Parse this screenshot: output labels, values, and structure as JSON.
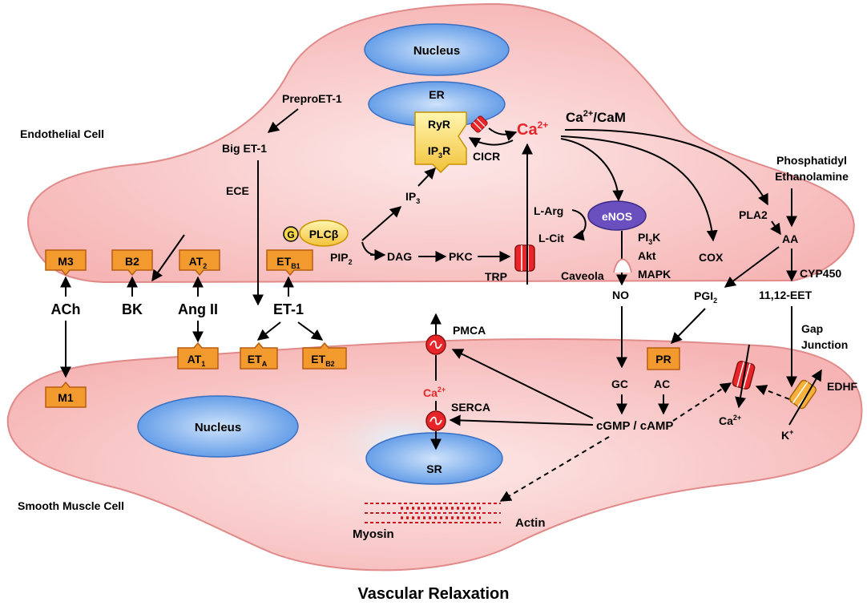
{
  "caption": "Vascular Relaxation",
  "cells": {
    "endothelial": "Endothelial Cell",
    "smooth_muscle": "Smooth Muscle Cell",
    "nucleus": "Nucleus",
    "er": "ER",
    "sr": "SR"
  },
  "receptors": {
    "m3": "M3",
    "b2": "B2",
    "at2": [
      "AT",
      "2"
    ],
    "etb1": [
      "ET",
      "B1"
    ],
    "at1": [
      "AT",
      "1"
    ],
    "eta": [
      "ET",
      "A"
    ],
    "etb2": [
      "ET",
      "B2"
    ],
    "m1": "M1",
    "pr": "PR",
    "ryr": "RyR",
    "ip3r": [
      "IP",
      "3",
      "R"
    ]
  },
  "ligands": {
    "ach": "ACh",
    "bk": "BK",
    "ang2": "Ang II",
    "et1": "ET-1"
  },
  "labels": {
    "preproet1": "PreproET-1",
    "biget1": "Big ET-1",
    "ece": "ECE",
    "plcb": "PLCβ",
    "g": "G",
    "pip2": [
      "PIP",
      "2"
    ],
    "ip3": [
      "IP",
      "3"
    ],
    "dag": "DAG",
    "pkc": "PKC",
    "trp": "TRP",
    "cicr": "CICR",
    "ca_red": [
      "Ca",
      "2+"
    ],
    "cacam": [
      "Ca",
      "2+",
      "/CaM"
    ],
    "larg": "L-Arg",
    "lcit": "L-Cit",
    "enos": "eNOS",
    "caveola": "Caveola",
    "pi3k": [
      "PI",
      "3",
      "K"
    ],
    "akt": "Akt",
    "mapk": "MAPK",
    "no": "NO",
    "cox": "COX",
    "pla2": "PLA2",
    "phosph": [
      "Phosphatidyl",
      "Ethanolamine"
    ],
    "aa": "AA",
    "cyp450": "CYP450",
    "eet": "11,12-EET",
    "pgi2": [
      "PGI",
      "2"
    ],
    "gap": [
      "Gap",
      "Junction"
    ],
    "gc": "GC",
    "ac": "AC",
    "cgmp": "cGMP / cAMP",
    "pmca": "PMCA",
    "serca": "SERCA",
    "ca_smc": [
      "Ca",
      "2+"
    ],
    "ca_out": [
      "Ca",
      "2+"
    ],
    "kplus": [
      "K",
      "+"
    ],
    "edhf": "EDHF",
    "myosin": "Myosin",
    "actin": "Actin"
  },
  "colors": {
    "cell_fill": "#f9c3c3",
    "cell_stroke": "#e08a8a",
    "nucleus_fill": "#7fb2f0",
    "receptor": "#f39a2e",
    "enos": "#6a4fbf",
    "calcium": "#e8262a",
    "plcb": "#f6d54a"
  }
}
